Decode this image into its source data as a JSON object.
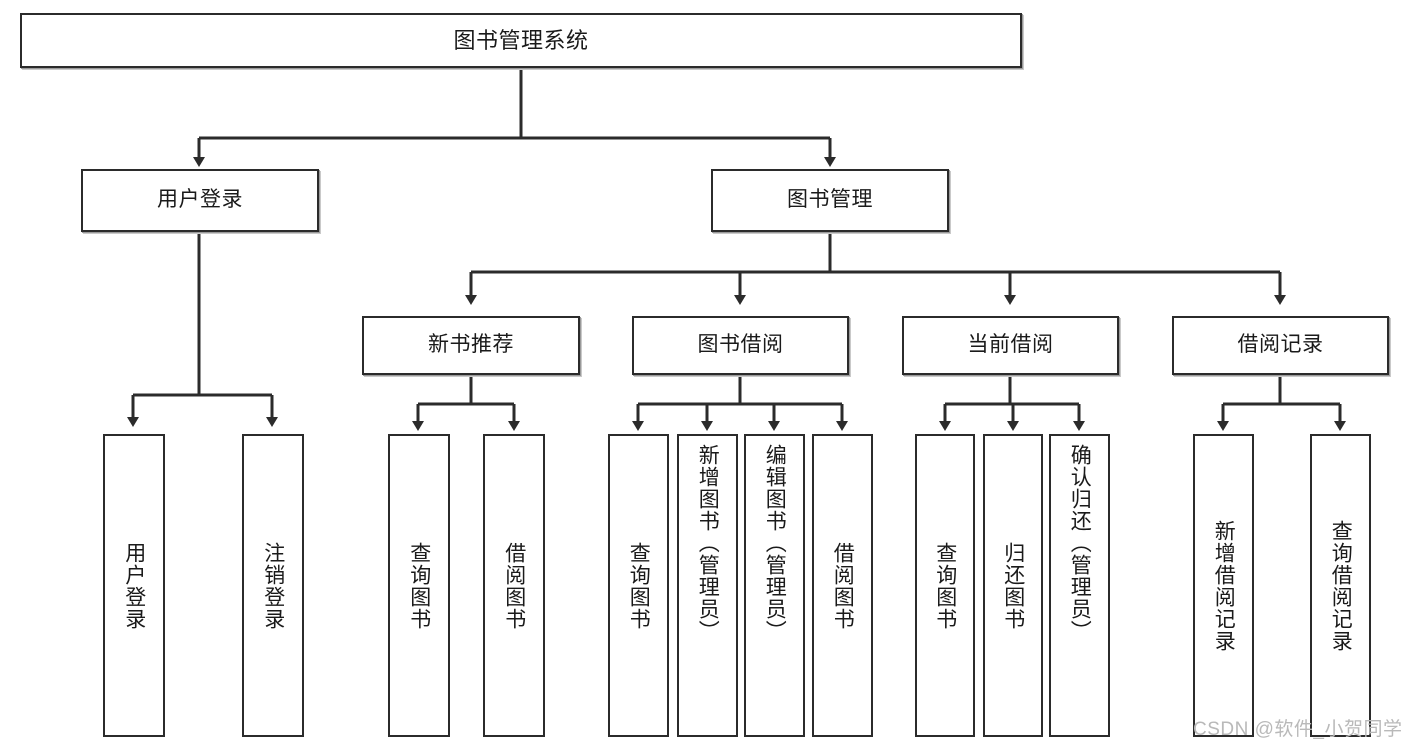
{
  "diagram": {
    "title": "图书管理系统",
    "type": "hierarchy-tree",
    "root": {
      "label": "图书管理系统",
      "children": [
        {
          "label": "用户登录",
          "children": [
            {
              "label": "用户登录"
            },
            {
              "label": "注销登录"
            }
          ]
        },
        {
          "label": "图书管理",
          "children": [
            {
              "label": "新书推荐",
              "children": [
                {
                  "label": "查询图书"
                },
                {
                  "label": "借阅图书"
                }
              ]
            },
            {
              "label": "图书借阅",
              "children": [
                {
                  "label": "查询图书"
                },
                {
                  "label": "新增图书（管理员）"
                },
                {
                  "label": "编辑图书（管理员）"
                },
                {
                  "label": "借阅图书"
                }
              ]
            },
            {
              "label": "当前借阅",
              "children": [
                {
                  "label": "查询图书"
                },
                {
                  "label": "归还图书"
                },
                {
                  "label": "确认归还（管理员）"
                }
              ]
            },
            {
              "label": "借阅记录",
              "children": [
                {
                  "label": "新增借阅记录"
                },
                {
                  "label": "查询借阅记录"
                }
              ]
            }
          ]
        }
      ]
    }
  },
  "nodes": {
    "root": "图书管理系统",
    "user_login": "用户登录",
    "book_manage": "图书管理",
    "new_book_rec": "新书推荐",
    "book_borrow": "图书借阅",
    "current_borrow": "当前借阅",
    "borrow_record": "借阅记录",
    "leaf_user_login": "用户登录",
    "leaf_logout": "注销登录",
    "leaf_query_book_1": "查询图书",
    "leaf_borrow_book_1": "借阅图书",
    "leaf_query_book_2": "查询图书",
    "leaf_add_book": "新增图书（管理员）",
    "leaf_edit_book": "编辑图书（管理员）",
    "leaf_borrow_book_2": "借阅图书",
    "leaf_query_book_3": "查询图书",
    "leaf_return_book": "归还图书",
    "leaf_confirm_return": "确认归还（管理员）",
    "leaf_add_record": "新增借阅记录",
    "leaf_query_record": "查询借阅记录"
  },
  "watermark": {
    "text": "CSDN @软件_小贺同学"
  },
  "colors": {
    "border": "#2b2b2b",
    "background": "#ffffff",
    "text": "#1a1a1a",
    "watermark": "#b9b9b9"
  }
}
